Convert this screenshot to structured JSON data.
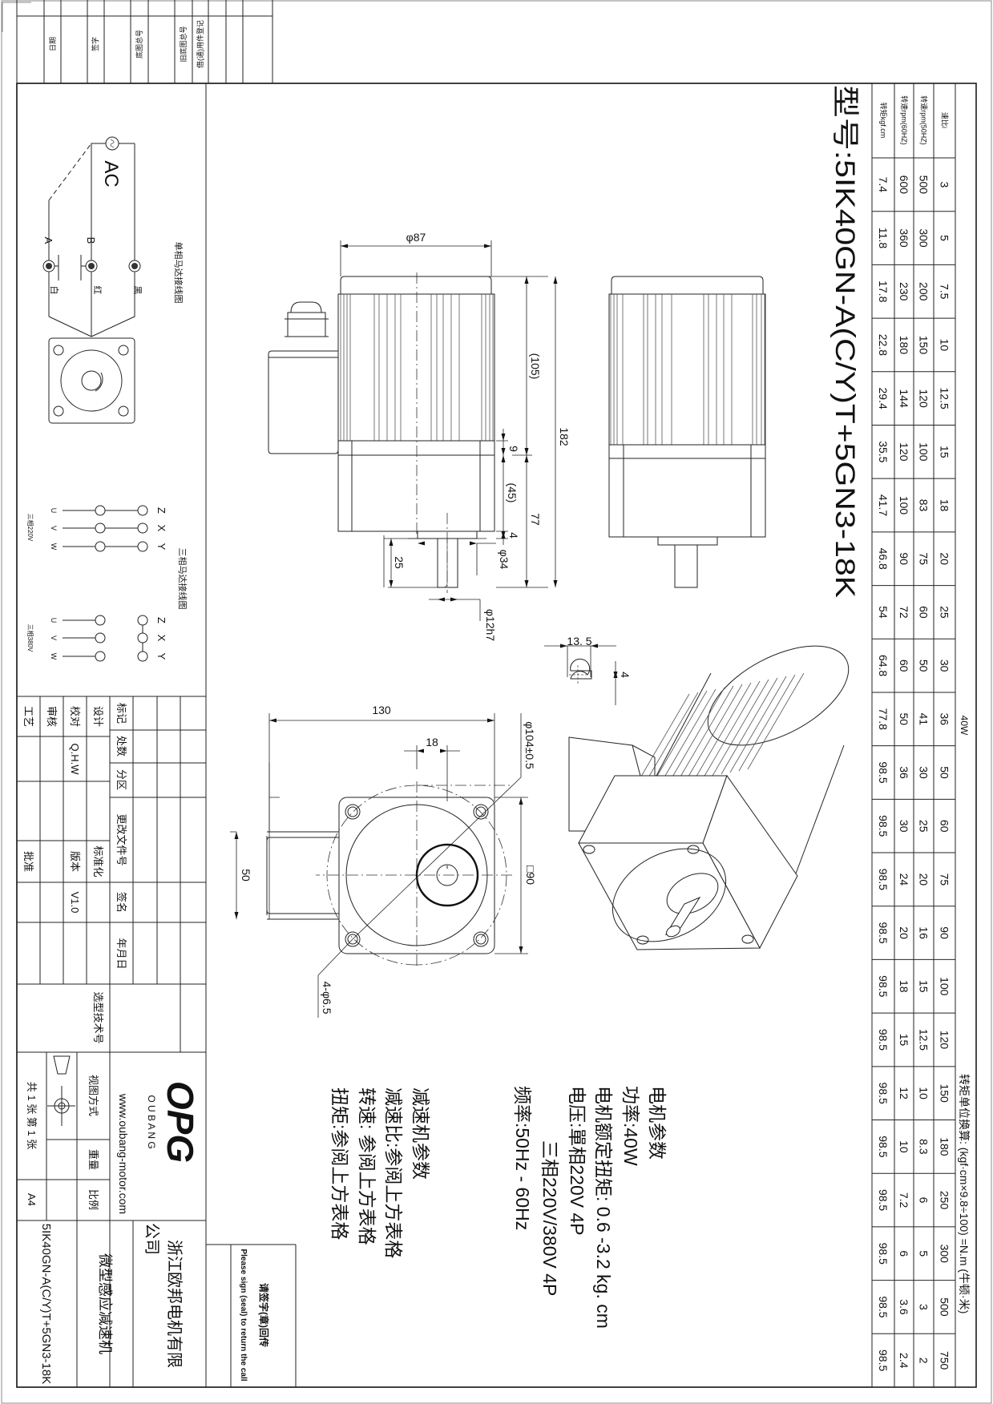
{
  "title": {
    "model": "型号:5IK40GN-A(C/Y)T+5GN3-18K"
  },
  "table": {
    "power": "40W",
    "conversion": "转矩单位换算:  (kgf·cm×9.8÷100) =N.m (牛顿·米)",
    "row_headers": [
      "速比i",
      "转速rpm(50HZ)",
      "转速rpm(60HZ)",
      "转矩kgf.cm"
    ],
    "ratios": [
      "3",
      "5",
      "7.5",
      "10",
      "12.5",
      "15",
      "18",
      "20",
      "25",
      "30",
      "36",
      "50",
      "60",
      "75",
      "90",
      "100",
      "120",
      "150",
      "180",
      "250",
      "300",
      "500",
      "750"
    ],
    "rpm50": [
      "500",
      "300",
      "200",
      "150",
      "120",
      "100",
      "83",
      "75",
      "60",
      "50",
      "41",
      "30",
      "25",
      "20",
      "16",
      "15",
      "12.5",
      "10",
      "8.3",
      "6",
      "5",
      "3",
      "2"
    ],
    "rpm60": [
      "600",
      "360",
      "230",
      "180",
      "144",
      "120",
      "100",
      "90",
      "72",
      "60",
      "50",
      "36",
      "30",
      "24",
      "20",
      "18",
      "15",
      "12",
      "10",
      "7.2",
      "6",
      "3.6",
      "2.4"
    ],
    "torque": [
      "7.4",
      "11.8",
      "17.8",
      "22.8",
      "29.4",
      "35.5",
      "41.7",
      "46.8",
      "54",
      "64.8",
      "77.8",
      "98.5",
      "98.5",
      "98.5",
      "98.5",
      "98.5",
      "98.5",
      "98.5",
      "98.5",
      "98.5",
      "98.5",
      "98.5",
      "98.5"
    ]
  },
  "motor_params": {
    "heading": "电机参数",
    "power": "功率:40W",
    "rated_torque": "电机额定扭矩: 0.6 -3.2 kg. cm",
    "voltage": "电压:單相220V  4P",
    "voltage_3ph": "三相220V/380V  4P",
    "frequency": "频率:50Hz  -  60Hz"
  },
  "reducer_params": {
    "heading": "减速机参数",
    "ratio": "减速比:参阅上方表格",
    "speed": "转速: 参阅上方表格",
    "torque": "扭矩:参阅上方表格"
  },
  "dims": {
    "d87": "φ87",
    "d105": "(105)",
    "d182": "182",
    "d77": "77",
    "d9": "9",
    "d45": "(45)",
    "d4": "4",
    "d34": "φ34",
    "d25": "25",
    "d12h7": "φ12h7",
    "d13_5": "13. 5",
    "d4b": "4",
    "d130": "130",
    "d18": "18",
    "d50": "50",
    "sq90": "□90",
    "d104": "φ104±0.5",
    "holes": "4-φ6.5"
  },
  "wiring": {
    "single_title": "单相马达接线图",
    "ac": "AC",
    "a": "A",
    "b": "B",
    "white": "白",
    "red": "红",
    "black": "黑",
    "three_title": "三相马达接线图",
    "v220": "三相220V",
    "v380": "三相380V",
    "uvw": [
      "U",
      "V",
      "W"
    ],
    "zxy": [
      "Z",
      "X",
      "Y"
    ]
  },
  "side_strip": [
    "日期",
    "签字",
    "底图总号",
    "旧底图总号",
    "借(通)用件登记"
  ],
  "signature": {
    "cn": "请签字(章)回传",
    "en": "Please sign (seal) to return the call"
  },
  "title_block": {
    "mark": "标记",
    "count": "处数",
    "zone": "分区",
    "change_doc": "更改文件号",
    "sign": "签名",
    "date": "年月日",
    "design": "设计",
    "check": "校对",
    "review": "审核",
    "process": "工艺",
    "checker": "Q.H.W",
    "standard": "标准化",
    "version_label": "版本",
    "version": "V1.0",
    "approve": "批准",
    "selection_no": "选型技术号",
    "logo": "OPG",
    "logo_sub": "O U B A N G",
    "website": "www.oubang-motor.com",
    "view_method": "视图方式",
    "weight": "重量",
    "scale": "比例",
    "sheets": "共 1 张  第 1 张",
    "paper": "A4",
    "company": "浙江欧邦电机有限",
    "company2": "公司",
    "product": "微型感应减速机",
    "part_no": "5IK40GN-A(C/Y)T+5GN3-18K"
  }
}
